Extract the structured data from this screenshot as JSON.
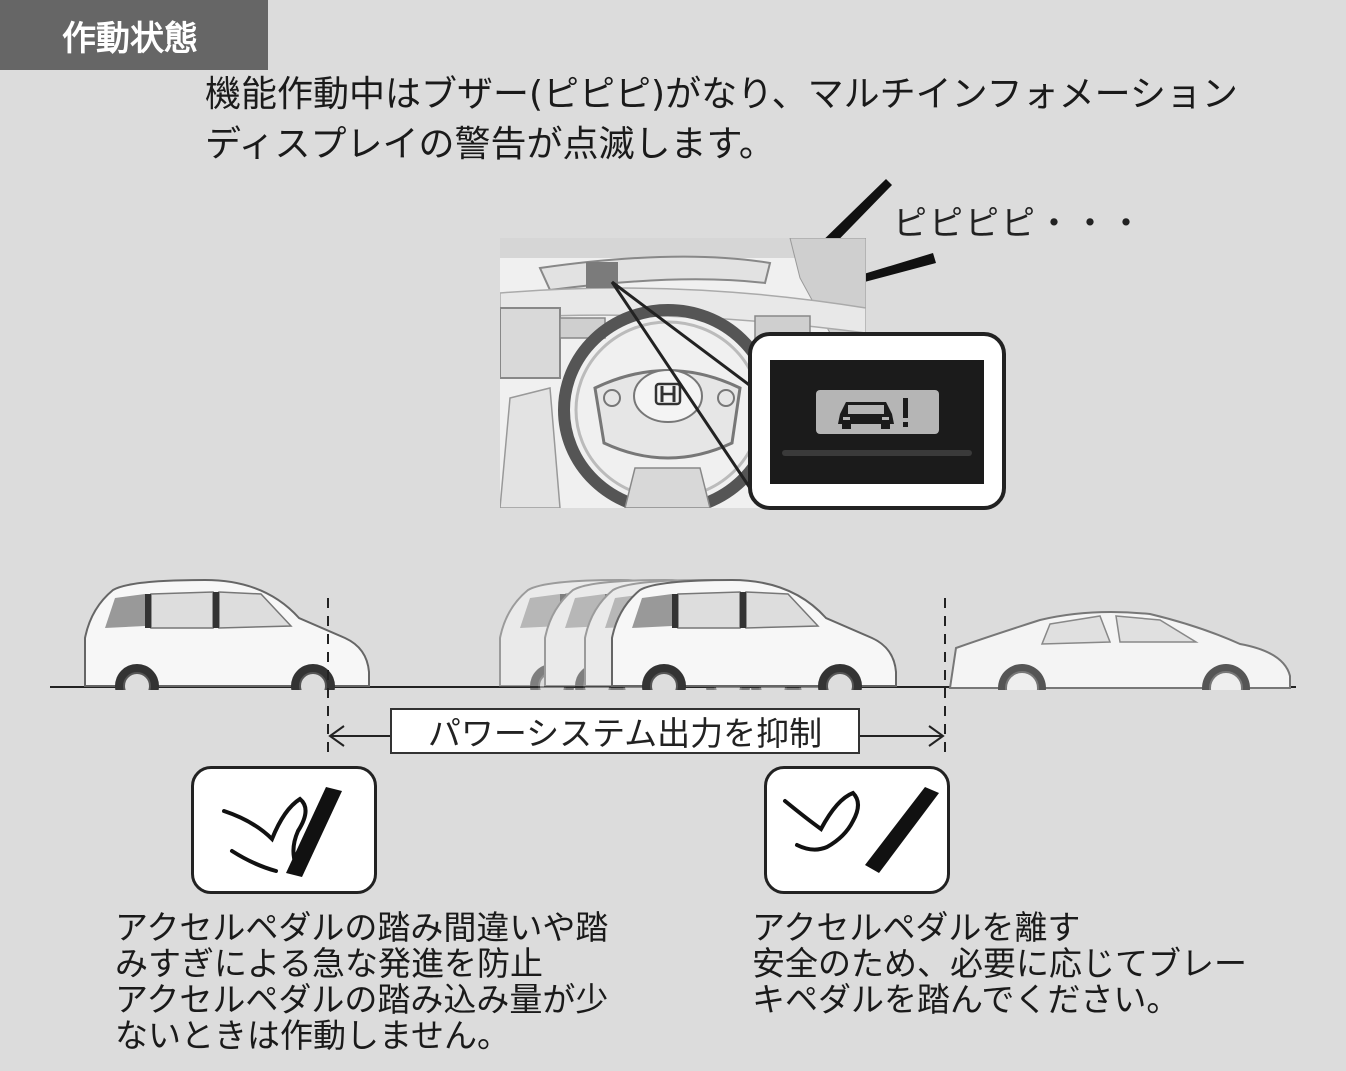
{
  "header": {
    "title": "作動状態"
  },
  "intro": {
    "line1": "機能作動中はブザー(ピピピ)がなり、マルチインフォメーション",
    "line2": "ディスプレイの警告が点滅します。"
  },
  "beep_text": "ピピピピ・・・",
  "span_label": "パワーシステム出力を抑制",
  "left_note": {
    "lines": [
      "アクセルペダルの踏み間違いや踏",
      "みすぎによる急な発進を防止",
      "アクセルペダルの踏み込み量が少",
      "ないときは作動しません。"
    ]
  },
  "right_note": {
    "lines": [
      "アクセルペダルを離す",
      "安全のため、必要に応じてブレー",
      "キペダルを踏んでください。"
    ]
  },
  "icons": {
    "warning_indicator": "car-exclamation-icon",
    "pedal_pressed": "foot-on-pedal-icon",
    "pedal_released": "foot-off-pedal-icon"
  },
  "colors": {
    "background": "#dcdcdc",
    "title_tab": "#666666",
    "display": "#1b1b1b",
    "indicator": "#b5b5b5"
  }
}
